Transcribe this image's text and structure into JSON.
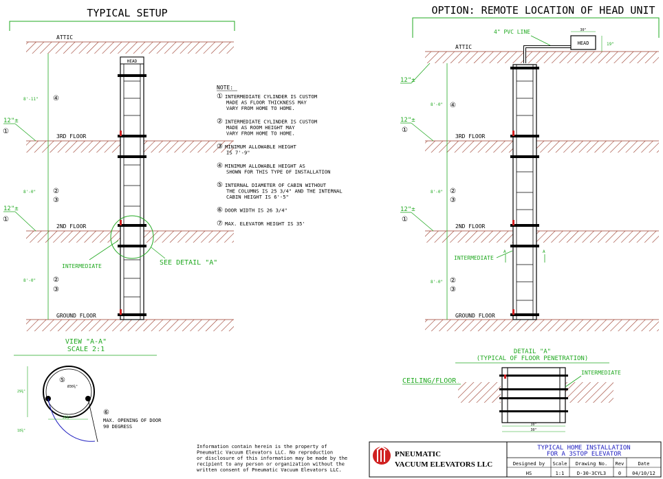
{
  "left": {
    "title": "TYPICAL SETUP",
    "attic": "ATTIC",
    "third_floor": "3RD FLOOR",
    "second_floor": "2ND FLOOR",
    "ground_floor": "GROUND FLOOR",
    "head": "HEAD",
    "dim_top": "8'-11\"",
    "dim_mid": "8'-0\"",
    "dim_bot": "8'-0\"",
    "thick_1": "12\"±",
    "thick_2": "12\"±",
    "intermediate": "INTERMEDIATE",
    "see_detail": "SEE DETAIL \"A\""
  },
  "notes": {
    "heading": "NOTE:",
    "items": [
      {
        "n": "1",
        "lines": [
          "INTERMEDIATE CYLINDER IS CUSTOM",
          "MADE AS FLOOR THICKNESS MAY",
          "VARY FROM HOME TO HOME."
        ]
      },
      {
        "n": "2",
        "lines": [
          "INTERMEDIATE CYLINDER IS CUSTOM",
          "MADE AS ROOM HEIGHT MAY",
          "VARY FROM HOME TO HOME."
        ]
      },
      {
        "n": "3",
        "lines": [
          "MINIMUM ALLOWABLE HEIGHT",
          "IS 7'-9\""
        ]
      },
      {
        "n": "4",
        "lines": [
          "MINIMUM ALLOWABLE HEIGHT AS",
          "SHOWN FOR THIS TYPE OF INSTALLATION"
        ]
      },
      {
        "n": "5",
        "lines": [
          "INTERNAL DIAMETER OF CABIN WITHOUT",
          "THE COLUMNS IS 25 3/4\" AND THE INTERNAL",
          "CABIN HEIGHT IS 6'-5\""
        ]
      },
      {
        "n": "6",
        "lines": [
          "DOOR WIDTH IS 26 3/4\""
        ]
      },
      {
        "n": "7",
        "lines": [
          "MAX. ELEVATOR HEIGHT IS 35'"
        ]
      }
    ]
  },
  "right": {
    "title": "OPTION: REMOTE LOCATION OF HEAD UNIT",
    "pvc": "4\" PVC LINE",
    "attic": "ATTIC",
    "third_floor": "3RD FLOOR",
    "second_floor": "2ND FLOOR",
    "ground_floor": "GROUND FLOOR",
    "head": "HEAD",
    "head_w": "30\"",
    "head_h": "19\"",
    "dim_top": "8'-0\"",
    "dim_mid": "8'-0\"",
    "dim_bot": "8'-0\"",
    "thick_1": "12\"±",
    "thick_2": "12\"±",
    "thick_3": "12\"±",
    "intermediate": "INTERMEDIATE",
    "section": "A"
  },
  "view_aa": {
    "title": "VIEW \"A-A\"",
    "scale": "SCALE 2:1",
    "d1": "29⅜\"",
    "d2": "Ø30⅜\"",
    "d3": "21⅜\"",
    "d4": "18⅜\"",
    "door1": "MAX. OPENING OF DOOR",
    "door2": "90 DEGRESS"
  },
  "detail_a": {
    "title": "DETAIL \"A\"",
    "subtitle": "(TYPICAL OF FLOOR PENETRATION)",
    "ceiling": "CEILING/FLOOR",
    "intermediate": "INTERMEDIATE",
    "w1": "30\"",
    "w2": "30\""
  },
  "disclaimer": [
    "Information contain herein is the property of",
    "Pneumatic Vacuum Elevators LLC. No reproduction",
    "or disclosure of this information may be made by the",
    "recipient to any person or organization without the",
    "written consent of Pneumatic Vacuum Elevators LLC."
  ],
  "title_block": {
    "company1": "PNEUMATIC",
    "company2": "VACUUM ELEVATORS LLC",
    "title1": "TYPICAL HOME INSTALLATION",
    "title2": "FOR A 3STOP ELEVATOR",
    "h_designed": "Designed by",
    "h_scale": "Scale",
    "h_drawing": "Drawing  No.",
    "h_rev": "Rev",
    "h_date": "Date",
    "v_designed": "HS",
    "v_scale": "1:1",
    "v_drawing": "D-30-3CYL3",
    "v_rev": "0",
    "v_date": "04/10/12"
  },
  "colors": {
    "line": "#000000",
    "green": "#1fa81f",
    "floor": "#9a3a2a",
    "blue": "#2020c0",
    "red": "#d02020"
  }
}
